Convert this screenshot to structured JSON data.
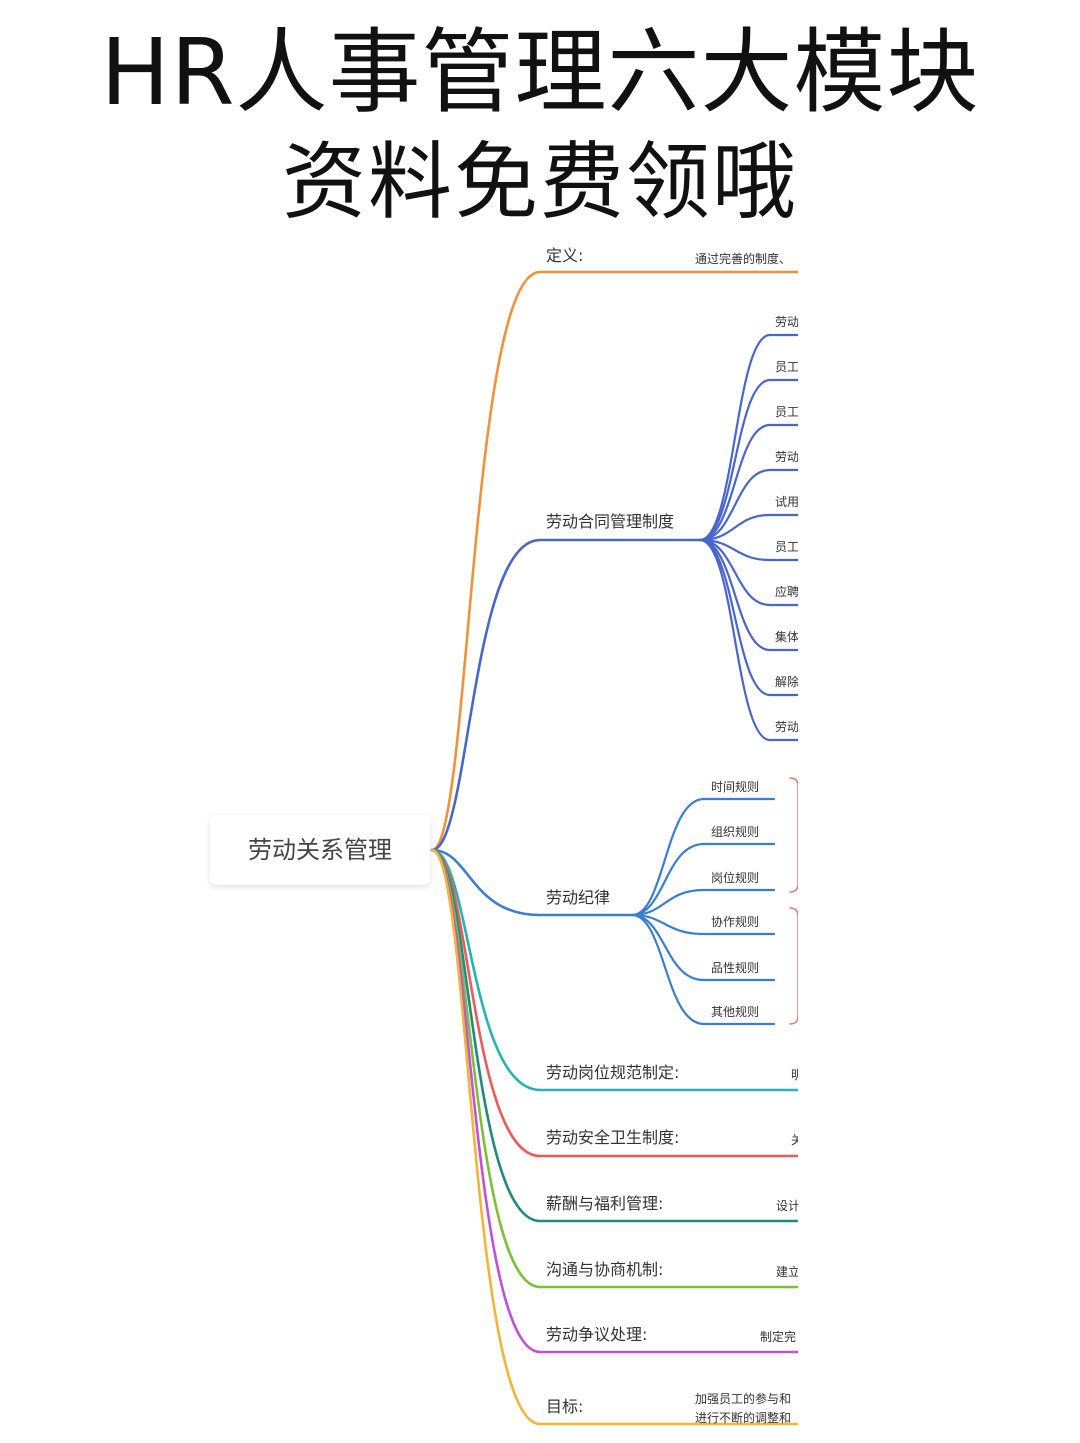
{
  "title": {
    "line1": "HR人事管理六大模块",
    "line2": "资料免费领哦"
  },
  "root": {
    "label": "劳动关系管理"
  },
  "branches": [
    {
      "label": "定义:",
      "color": "#f0923a",
      "note": "通过完善的制度、"
    },
    {
      "label": "劳动合同管理制度",
      "color": "#4a66cc",
      "children": [
        "劳动",
        "员工",
        "员工",
        "劳动",
        "试用",
        "员工",
        "应聘",
        "集体",
        "解除",
        "劳动"
      ]
    },
    {
      "label": "劳动纪律",
      "color": "#3a7fcf",
      "children": [
        "时间规则",
        "组织规则",
        "岗位规则",
        "协作规则",
        "品性规则",
        "其他规则"
      ]
    },
    {
      "label": "劳动岗位规范制定:",
      "color": "#25b3b3",
      "note": "明"
    },
    {
      "label": "劳动安全卫生制度:",
      "color": "#ee5a5a",
      "note": "关"
    },
    {
      "label": "薪酬与福利管理:",
      "color": "#1f8a80",
      "note": "设计"
    },
    {
      "label": "沟通与协商机制:",
      "color": "#7cbf3a",
      "note": "建立"
    },
    {
      "label": "劳动争议处理:",
      "color": "#c052d8",
      "note": "制定完"
    },
    {
      "label": "目标:",
      "color": "#f3b536",
      "note": "加强员工的参与和",
      "note2": "进行不断的调整和"
    }
  ],
  "brackets": {
    "color": "#d97a6a"
  }
}
